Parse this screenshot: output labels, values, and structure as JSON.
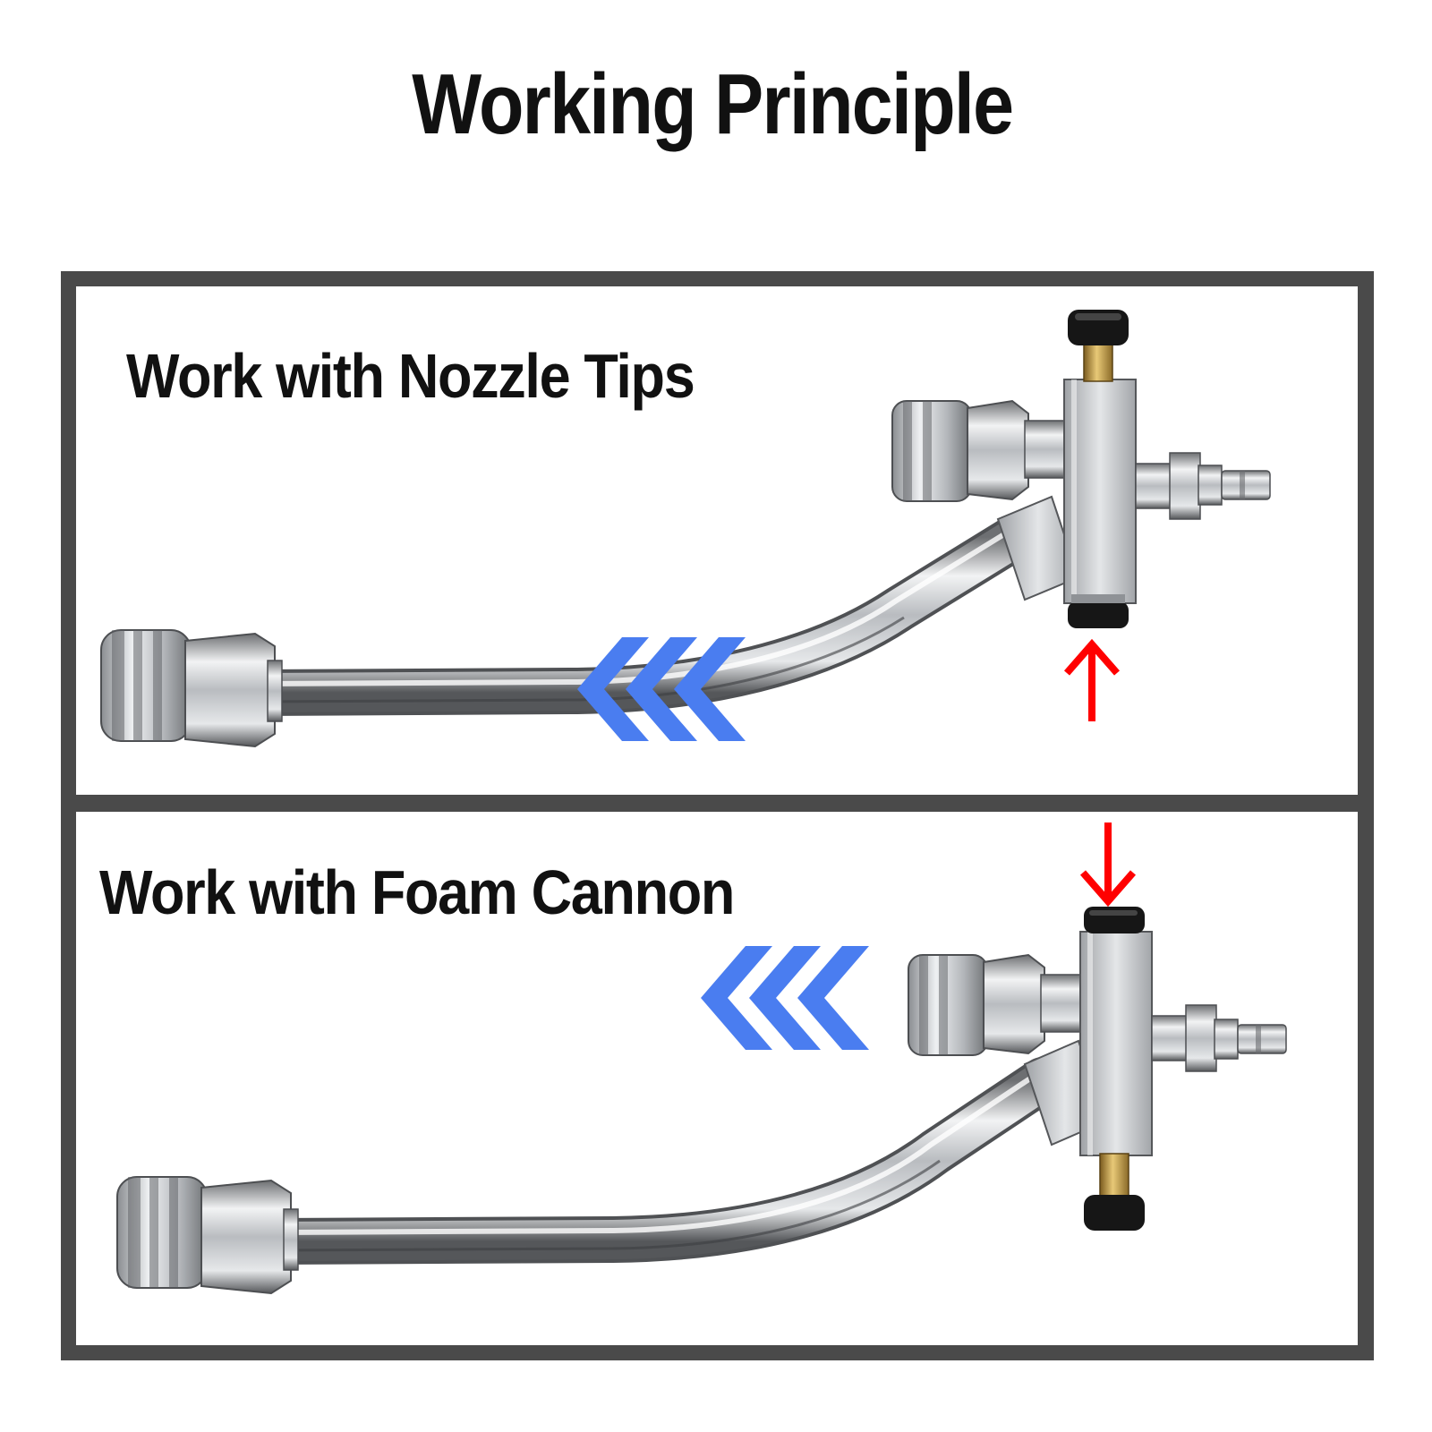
{
  "title": "Working Principle",
  "panels": [
    {
      "heading": "Work with Nozzle Tips",
      "flow_arrow_color": "#4a7df0",
      "indicator_arrow_color": "#ff0000",
      "indicator_direction": "up"
    },
    {
      "heading": "Work with Foam Cannon",
      "flow_arrow_color": "#4a7df0",
      "indicator_arrow_color": "#ff0000",
      "indicator_direction": "down"
    }
  ],
  "icons": [
    "quick-connect-coupler-icon",
    "wand-tube-icon",
    "t-valve-body-icon",
    "quick-connect-plug-icon",
    "blue-chevron-arrow-icon",
    "red-arrow-icon"
  ]
}
